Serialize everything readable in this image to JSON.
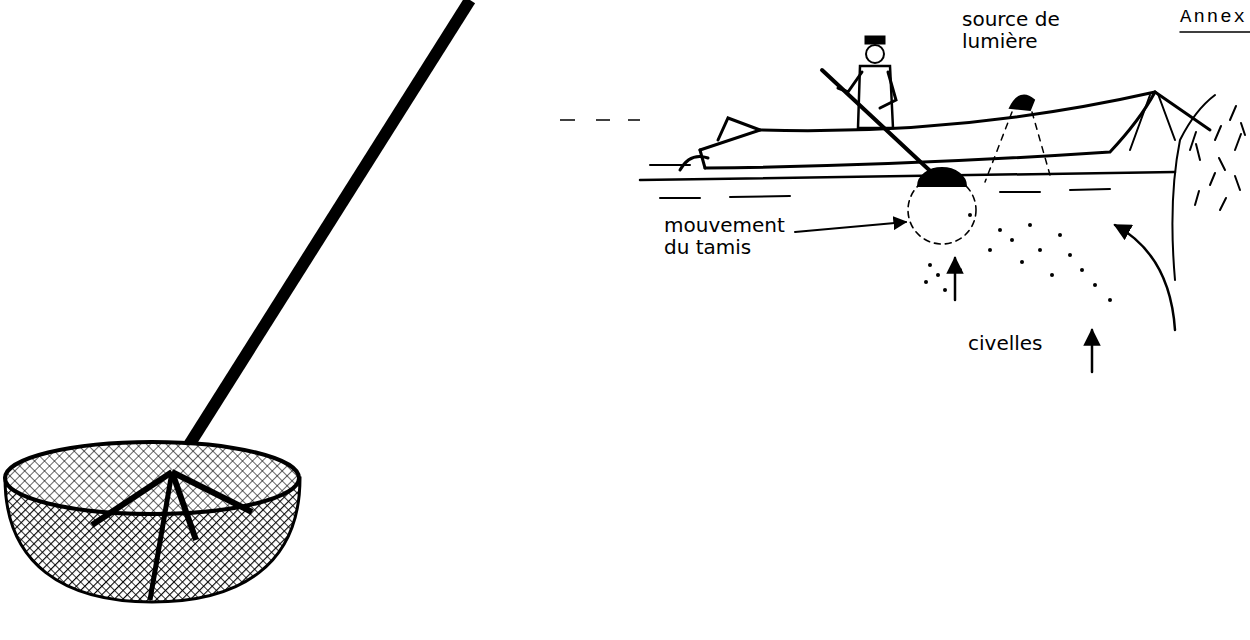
{
  "diagram": {
    "labels": [
      "Annex",
      "source de lumière",
      "mouvement du tamis",
      "civelles"
    ]
  }
}
